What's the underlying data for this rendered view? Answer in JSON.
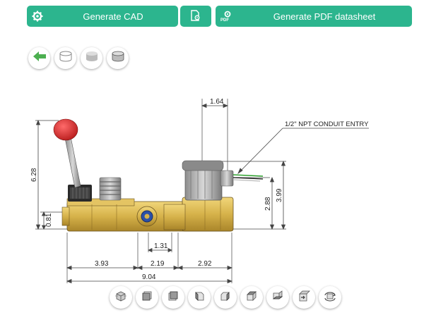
{
  "toolbar": {
    "generate_cad_label": "Generate CAD",
    "generate_pdf_label": "Generate PDF datasheet",
    "pdf_icon_text": "PDF"
  },
  "colors": {
    "accent": "#2cb58e",
    "back_arrow": "#4caf50",
    "body_brass": "#d6b24a",
    "handle_red": "#d93030"
  },
  "view_buttons": [
    "back-arrow-icon",
    "wireframe-view-icon",
    "shaded-view-icon",
    "shaded-edges-view-icon"
  ],
  "drawing": {
    "callout": "1/2\" NPT CONDUIT ENTRY",
    "dims": {
      "top_width": "1.64",
      "overall_height": "6.28",
      "base_height": "0.81",
      "coil_height": "2.88",
      "right_height": "3.99",
      "port_spacing": "1.31",
      "left_length": "3.93",
      "mid_length": "2.19",
      "right_length": "2.92",
      "overall_length": "9.04"
    }
  },
  "bottom_views": [
    "iso-view-icon",
    "front-view-icon",
    "back-view-icon",
    "left-view-icon",
    "right-view-icon",
    "top-view-icon",
    "bottom-view-icon",
    "iso-corner-view-icon",
    "rotate-view-icon"
  ]
}
